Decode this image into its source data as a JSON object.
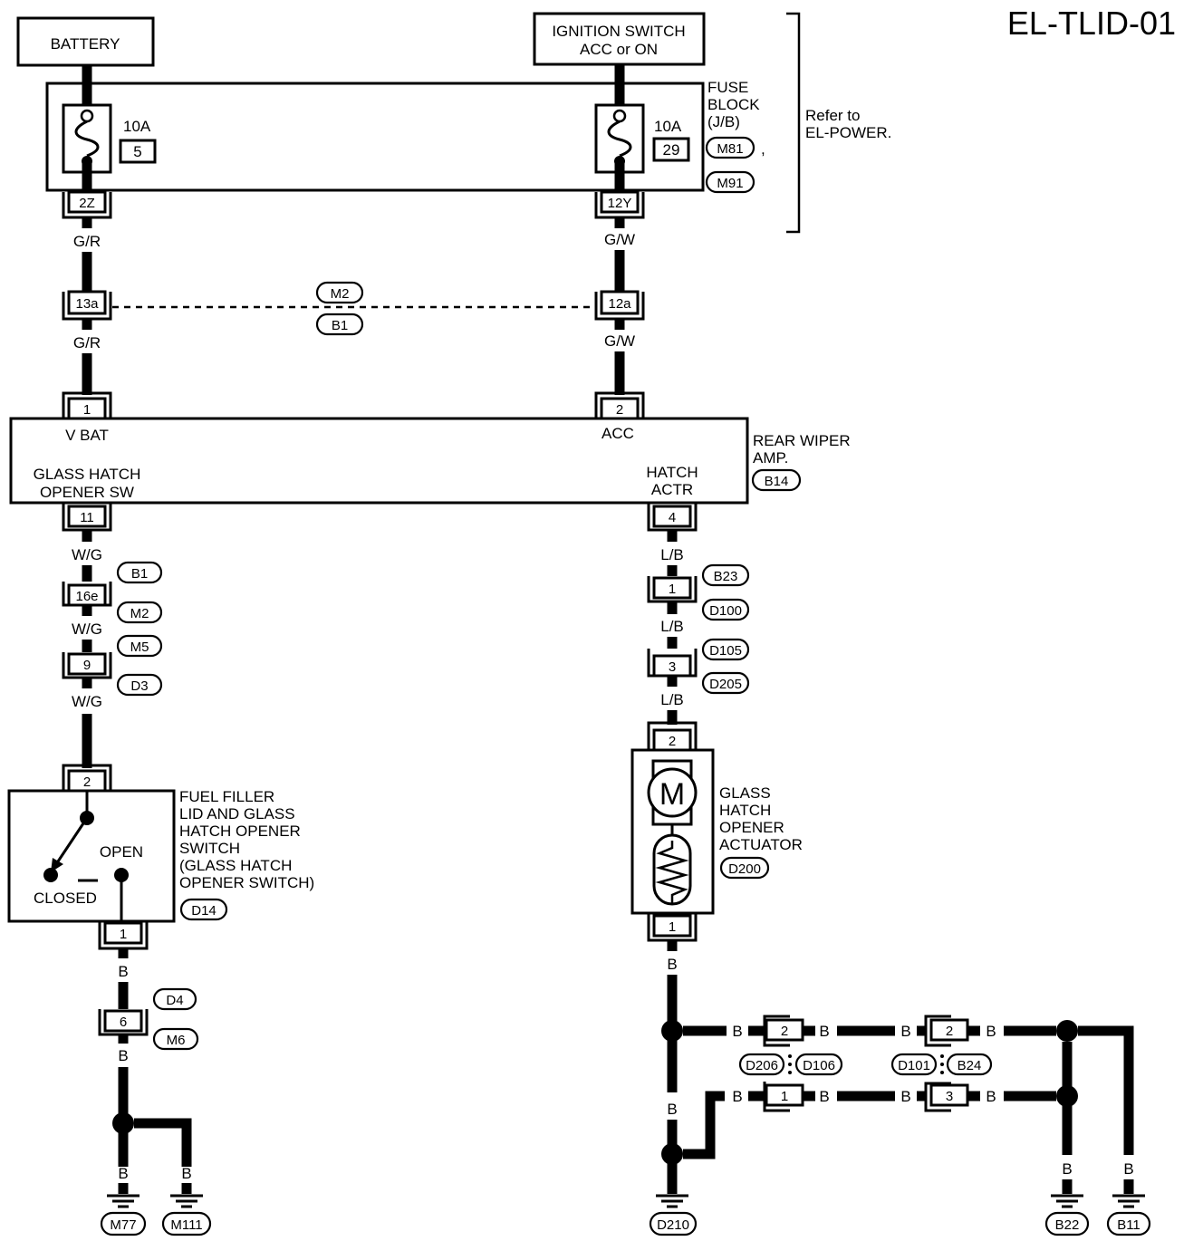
{
  "title": "EL-TLID-01",
  "sources": {
    "battery": "BATTERY",
    "ignition_line1": "IGNITION SWITCH",
    "ignition_line2": "ACC or ON"
  },
  "fuse_block": {
    "label_lines": [
      "FUSE",
      "BLOCK",
      "(J/B)"
    ],
    "connectors": [
      "M81",
      "M91"
    ],
    "comma": ",",
    "fuse_left": {
      "amps": "10A",
      "number": "5"
    },
    "fuse_right": {
      "amps": "10A",
      "number": "29"
    },
    "terminal_left": "2Z",
    "terminal_right": "12Y"
  },
  "refer": [
    "Refer to",
    "EL-POWER."
  ],
  "wire_colors": {
    "g_r": "G/R",
    "g_w": "G/W",
    "w_g": "W/G",
    "l_b": "L/B",
    "b": "B"
  },
  "joint_connector": {
    "left_terminal": "13a",
    "right_terminal": "12a",
    "connectors": [
      "M2",
      "B1"
    ]
  },
  "rear_wiper_amp": {
    "label_lines": [
      "REAR WIPER",
      "AMP."
    ],
    "connector": "B14",
    "pin1": "1",
    "pin1_name": "V BAT",
    "pin2": "2",
    "pin2_name": "ACC",
    "pin11": "11",
    "pin11_name_lines": [
      "GLASS HATCH",
      "OPENER SW"
    ],
    "pin4": "4",
    "pin4_name_lines": [
      "HATCH",
      "ACTR"
    ]
  },
  "left_chain": {
    "c1_terminal": "16e",
    "c1_connectors": [
      "B1",
      "M2"
    ],
    "c2_terminal": "9",
    "c2_connectors": [
      "M5",
      "D3"
    ]
  },
  "right_chain": {
    "c1_terminal": "1",
    "c1_connectors": [
      "B23",
      "D100"
    ],
    "c2_terminal": "3",
    "c2_connectors": [
      "D105",
      "D205"
    ]
  },
  "switch": {
    "label_lines": [
      "FUEL FILLER",
      "LID AND GLASS",
      "HATCH OPENER",
      "SWITCH",
      "(GLASS HATCH",
      "OPENER SWITCH)"
    ],
    "connector": "D14",
    "pin_top": "2",
    "pin_bottom": "1",
    "open": "OPEN",
    "closed": "CLOSED"
  },
  "actuator": {
    "label_lines": [
      "GLASS",
      "HATCH",
      "OPENER",
      "ACTUATOR"
    ],
    "connector": "D200",
    "pin_top": "2",
    "pin_bottom": "1",
    "motor": "M"
  },
  "left_ground_chain": {
    "terminal": "6",
    "connectors": [
      "D4",
      "M6"
    ],
    "grounds": [
      "M77",
      "M111"
    ]
  },
  "ground_network": {
    "row1_left_terminal": "2",
    "row1_right_terminal": "2",
    "row2_left_terminal": "1",
    "row2_right_terminal": "3",
    "pair_left": [
      "D206",
      "D106"
    ],
    "pair_right": [
      "D101",
      "B24"
    ],
    "grounds": [
      "D210",
      "B22",
      "B11"
    ]
  }
}
